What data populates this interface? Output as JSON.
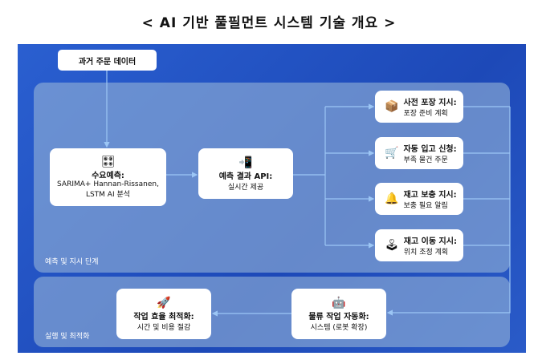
{
  "title": "< AI 기반 풀필먼트 시스템 기술 개요 >",
  "source": {
    "label": "과거 주문 데이터"
  },
  "groups": {
    "predict": "예측 및 지시 단계",
    "execute": "실행 및 최적화"
  },
  "demand": {
    "icon": "🎛",
    "title": "수요예측:",
    "desc": "SARIMA+ Hannan-Rissanen, LSTM AI 분석"
  },
  "api": {
    "icon": "📲",
    "title": "예측 결과 API:",
    "desc": "실시간 제공"
  },
  "actions": [
    {
      "icon": "📦",
      "title": "사전 포장 지시:",
      "desc": "포장 준비 계획"
    },
    {
      "icon": "🛒",
      "title": "자동 입고 신청:",
      "desc": "부족 물건 주문"
    },
    {
      "icon": "🔔",
      "title": "재고 보충 지시:",
      "desc": "보충 필요 알림"
    },
    {
      "icon": "🕹",
      "title": "재고 이동 지시:",
      "desc": "위치 조정 계획"
    }
  ],
  "robot": {
    "icon": "🤖",
    "title": "물류 작업 자동화:",
    "desc": "시스템 (로봇 확장)"
  },
  "efficiency": {
    "icon": "🚀",
    "title": "작업 효율 최적화:",
    "desc": "시간 및 비용 절감"
  }
}
